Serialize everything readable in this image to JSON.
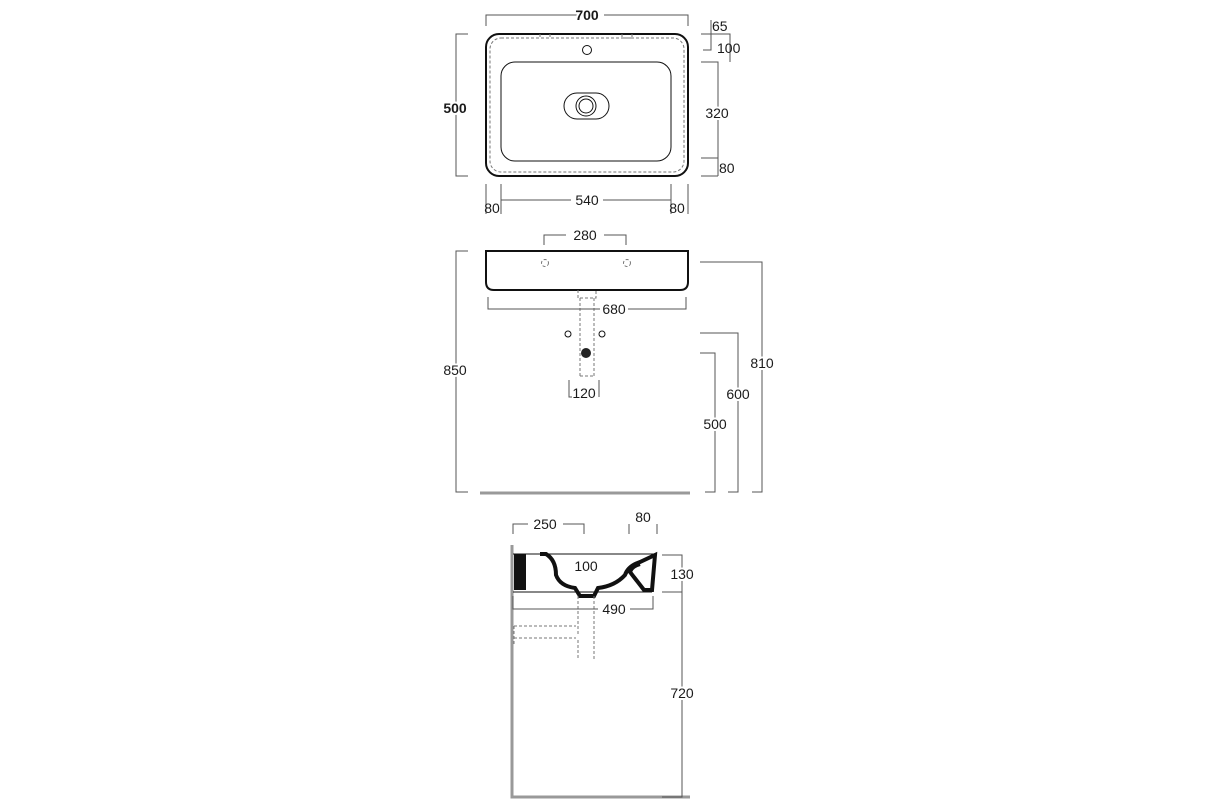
{
  "top_view": {
    "width_overall": "700",
    "depth_overall": "500",
    "tap_offset": "65",
    "rim_front": "100",
    "basin_depth": "320",
    "rim_back": "80",
    "side_left": "80",
    "basin_width": "540",
    "side_right": "80"
  },
  "front_view": {
    "tap_spacing": "280",
    "basin_width": "680",
    "total_height": "850",
    "rim_height": "810",
    "waste_height": "600",
    "supply_height": "500",
    "supply_spacing": "120"
  },
  "side_view": {
    "drain_offset": "250",
    "rim_width": "80",
    "bowl_depth": "100",
    "basin_height": "130",
    "projection": "490",
    "floor_to_base": "720"
  },
  "colors": {
    "line": "#111111",
    "dimension": "#555555",
    "ground": "#999999"
  }
}
